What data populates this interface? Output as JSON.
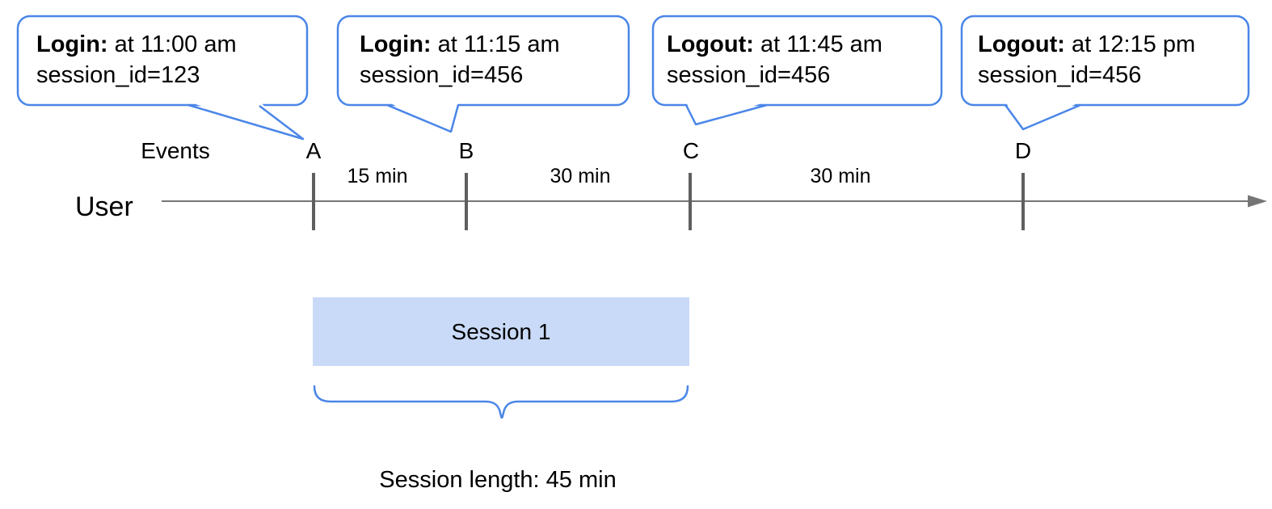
{
  "figure": {
    "callouts": [
      {
        "bold": "Login:",
        "rest": " at 11:00 am",
        "line2": "session_id=123"
      },
      {
        "bold": "Login:",
        "rest": " at 11:15 am",
        "line2": "session_id=456"
      },
      {
        "bold": "Logout:",
        "rest": " at 11:45 am",
        "line2": "session_id=456"
      },
      {
        "bold": "Logout:",
        "rest": " at 12:15 pm",
        "line2": "session_id=456"
      }
    ],
    "events_label": "Events",
    "user_label": "User",
    "event_markers": [
      "A",
      "B",
      "C",
      "D"
    ],
    "intervals": [
      "15 min",
      "30 min",
      "30 min"
    ],
    "session_box_label": "Session 1",
    "session_length_label": "Session length: 45 min",
    "colors": {
      "accent_blue": "#4a86e8",
      "session_fill": "#c9daf8",
      "timeline_gray": "#757575",
      "tick_gray": "#5f5f5f"
    }
  }
}
